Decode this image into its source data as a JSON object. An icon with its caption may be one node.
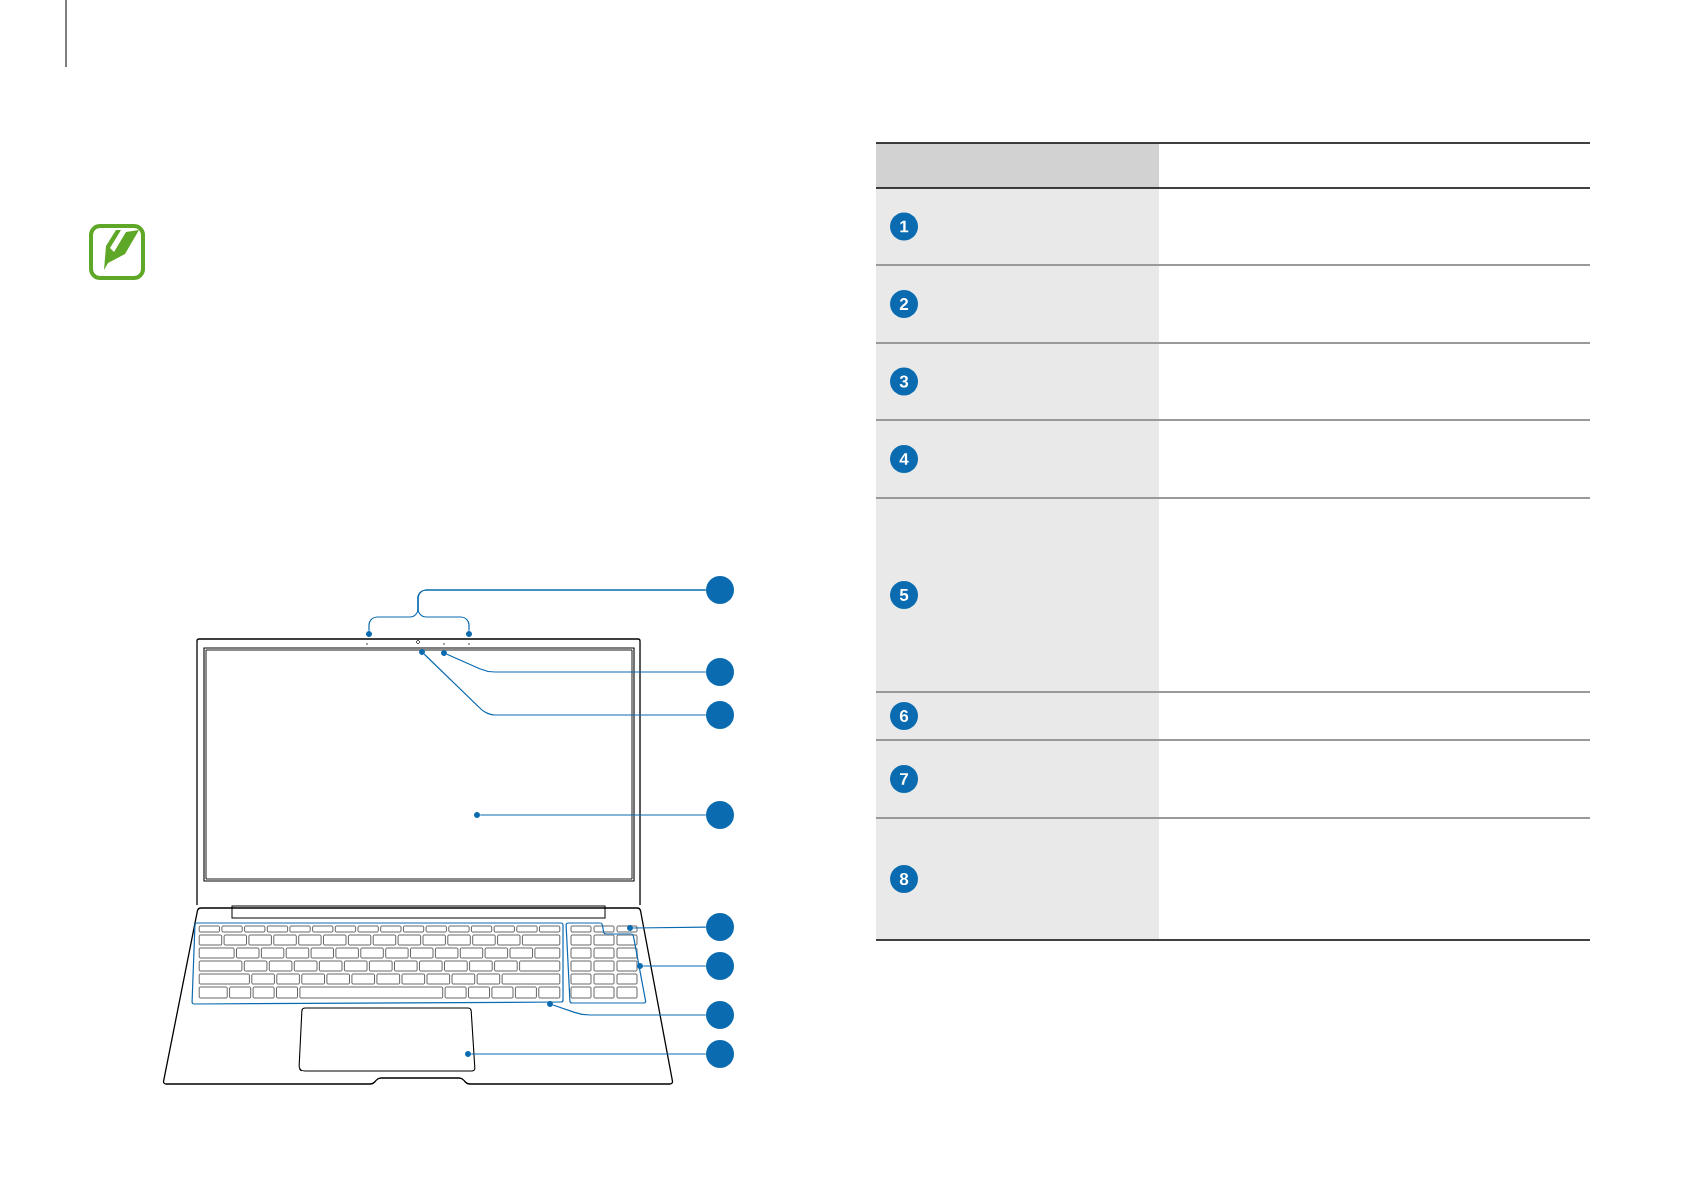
{
  "diagram": {
    "nodes": [
      {
        "text": [],
        "shape": "circle"
      },
      {
        "text": [],
        "shape": "circle"
      },
      {
        "text": [],
        "shape": "circle"
      },
      {
        "text": [],
        "shape": "circle"
      },
      {
        "text": [],
        "shape": "circle"
      },
      {
        "text": [],
        "shape": "circle"
      },
      {
        "text": [],
        "shape": "circle"
      },
      {
        "text": [],
        "shape": "circle"
      },
      {
        "text": [],
        "shape": "circle"
      },
      {
        "text": [],
        "shape": "circle"
      },
      {
        "text": [],
        "shape": "circle"
      },
      {
        "text": [],
        "shape": "circle"
      },
      {
        "text": [],
        "shape": "circle"
      },
      {
        "text": [],
        "shape": "circle"
      },
      {
        "text": [],
        "shape": "circle"
      },
      {
        "text": [],
        "shape": "circle"
      },
      {
        "text": [],
        "shape": "circle"
      },
      {
        "text": [
          "1"
        ]
      },
      {
        "text": [
          "2"
        ]
      },
      {
        "text": [
          "3"
        ]
      },
      {
        "text": [
          "4"
        ]
      },
      {
        "text": [
          "5"
        ]
      },
      {
        "text": [
          "6"
        ]
      },
      {
        "text": [
          "7"
        ]
      },
      {
        "text": [
          "8"
        ]
      }
    ],
    "edges": [
      {
        "from": 0,
        "to": 8,
        "arrow": "none"
      },
      {
        "from": 0,
        "to": 9,
        "arrow": "none"
      },
      {
        "from": 1,
        "to": 10,
        "arrow": "none"
      },
      {
        "from": 2,
        "to": 11,
        "arrow": "none"
      },
      {
        "from": 3,
        "to": 12,
        "arrow": "none"
      },
      {
        "from": 4,
        "to": 13,
        "arrow": "none"
      },
      {
        "from": 5,
        "to": 14,
        "arrow": "none"
      },
      {
        "from": 6,
        "to": 15,
        "arrow": "none"
      },
      {
        "from": 7,
        "to": 16,
        "arrow": "none"
      }
    ]
  }
}
